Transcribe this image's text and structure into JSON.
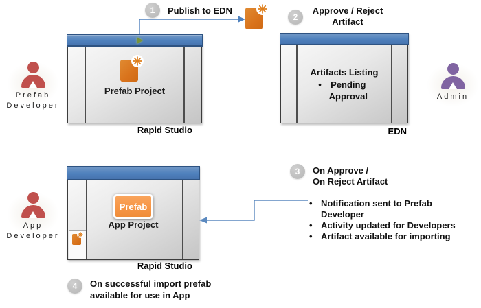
{
  "diagram": {
    "bullet_char": "•",
    "steps": {
      "step1": {
        "num": "1",
        "label": "Publish to EDN"
      },
      "step2": {
        "num": "2",
        "line1": "Approve / Reject",
        "line2": "Artifact"
      },
      "step3": {
        "num": "3",
        "line1": "On Approve /",
        "line2": "On Reject Artifact"
      },
      "step4": {
        "num": "4",
        "line1": "On successful import prefab",
        "line2": "available for use in App"
      }
    },
    "actors": {
      "prefab_developer": {
        "line1": "Prefab",
        "line2": "Developer"
      },
      "admin": {
        "label": "Admin"
      },
      "app_developer": {
        "line1": "App",
        "line2": "Developer"
      }
    },
    "windows": {
      "studio_top": {
        "content_label": "Prefab Project",
        "caption": "Rapid Studio"
      },
      "edn": {
        "content_title": "Artifacts Listing",
        "content_bullet": "Pending Approval",
        "caption": "EDN"
      },
      "studio_bottom": {
        "button_label": "Prefab",
        "content_label": "App Project",
        "caption": "Rapid Studio"
      }
    },
    "notes": {
      "bullet1": "Notification sent to Prefab Developer",
      "bullet2": "Activity updated for Developers",
      "bullet3": "Artifact available for importing"
    },
    "colors": {
      "titlebar_blue": "#4f81bd",
      "person_red": "#c0504d",
      "person_purple": "#8064a2",
      "artifact_orange": "#d9731c",
      "button_orange": "#f79646",
      "step_circle_gray": "#bfbfbf",
      "connector_blue": "#4f81bd",
      "play_green": "#77933c"
    }
  }
}
